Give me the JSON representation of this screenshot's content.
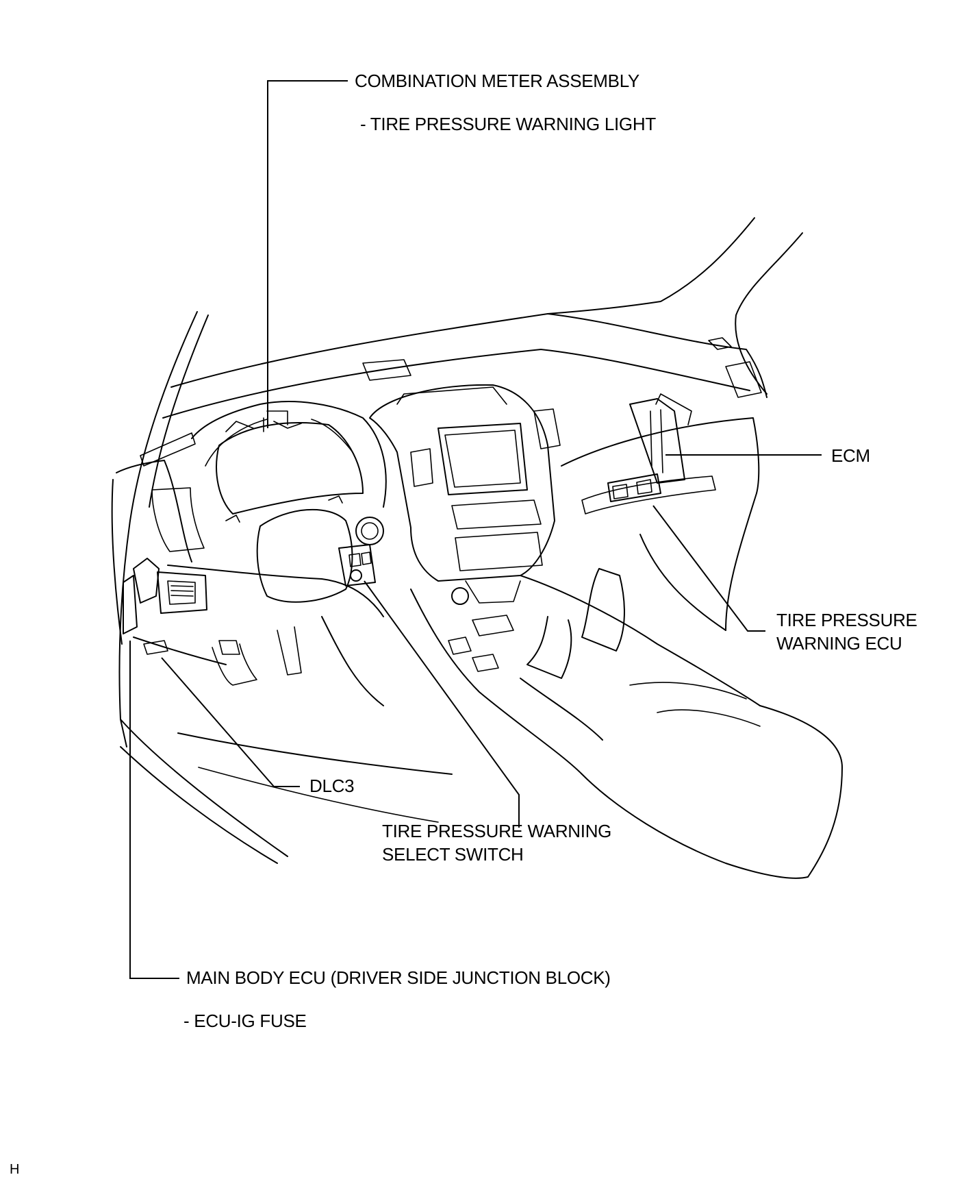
{
  "diagram": {
    "labels": {
      "combination_meter": "COMBINATION METER ASSEMBLY",
      "warning_light": "- TIRE PRESSURE WARNING LIGHT",
      "ecm": "ECM",
      "tpw_ecu_line1": "TIRE PRESSURE",
      "tpw_ecu_line2": "WARNING ECU",
      "dlc3": "DLC3",
      "select_switch_line1": "TIRE PRESSURE WARNING",
      "select_switch_line2": "SELECT SWITCH",
      "main_body_ecu": "MAIN BODY ECU (DRIVER SIDE JUNCTION BLOCK)",
      "ecu_ig_fuse": "- ECU-IG FUSE"
    },
    "corner_mark": "H"
  }
}
